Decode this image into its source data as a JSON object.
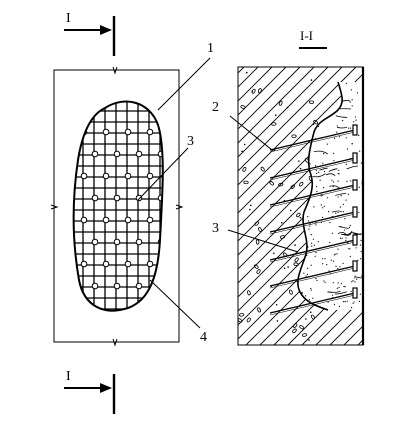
{
  "section_marks": {
    "top_label": "I",
    "bottom_label": "I",
    "section_title": "I-I"
  },
  "callouts": {
    "label_1": "1",
    "label_2": "2",
    "label_3_left": "3",
    "label_3_right": "3",
    "label_4": "4"
  },
  "colors": {
    "ink": "#000000",
    "paper": "#ffffff"
  }
}
